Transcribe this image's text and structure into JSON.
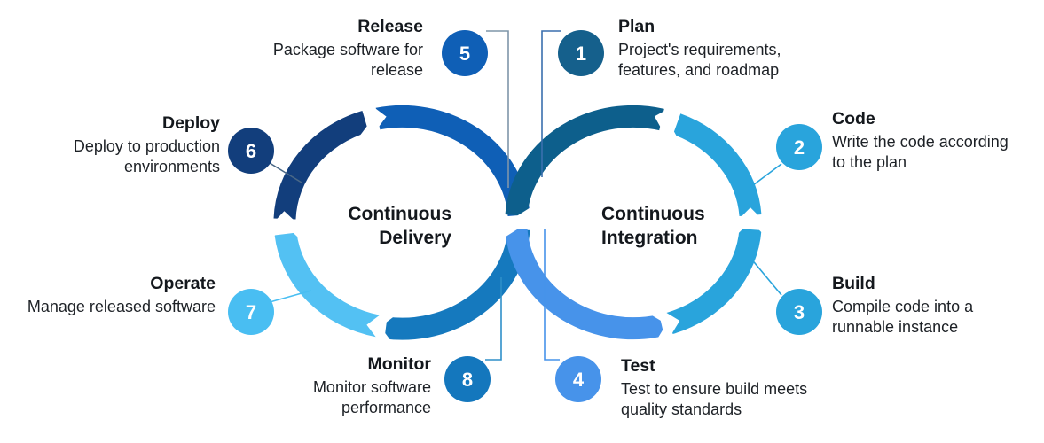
{
  "figure": {
    "left_loop": {
      "label_line1": "Continuous",
      "label_line2": "Delivery"
    },
    "right_loop": {
      "label_line1": "Continuous",
      "label_line2": "Integration"
    }
  },
  "stages": [
    {
      "num": "1",
      "title": "Plan",
      "desc_line1": "Project's requirements,",
      "desc_line2": "features, and roadmap",
      "color": "#15608c"
    },
    {
      "num": "2",
      "title": "Code",
      "desc_line1": "Write the code according",
      "desc_line2": "to the plan",
      "color": "#29a4dc"
    },
    {
      "num": "3",
      "title": "Build",
      "desc_line1": "Compile code into a",
      "desc_line2": "runnable instance",
      "color": "#29a4dc"
    },
    {
      "num": "4",
      "title": "Test",
      "desc_line1": "Test to ensure build meets",
      "desc_line2": "quality standards",
      "color": "#4793ea"
    },
    {
      "num": "5",
      "title": "Release",
      "desc_line1": "Package software for",
      "desc_line2": "release",
      "color": "#0f5fb6"
    },
    {
      "num": "6",
      "title": "Deploy",
      "desc_line1": "Deploy to production",
      "desc_line2": "environments",
      "color": "#123e7c"
    },
    {
      "num": "7",
      "title": "Operate",
      "desc_line1": "Manage released software",
      "desc_line2": "",
      "color": "#49bef2"
    },
    {
      "num": "8",
      "title": "Monitor",
      "desc_line1": "Monitor software",
      "desc_line2": "performance",
      "color": "#1477bd"
    }
  ],
  "palette": {
    "navy": "#123e7c",
    "royal": "#0f5fb6",
    "sky": "#53c1f3",
    "deep_cyan": "#1579be",
    "teal": "#0d5f8c",
    "cyan": "#29a4dc",
    "medium_blue": "#4793ea",
    "text": "#14181d",
    "connector_gray": "#7e95a9"
  }
}
